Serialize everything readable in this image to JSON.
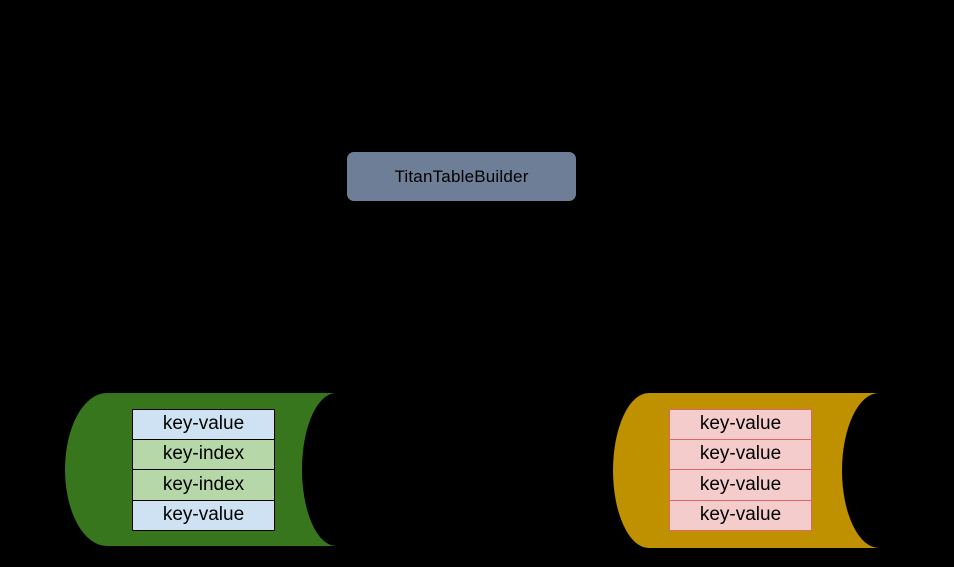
{
  "canvas": {
    "background": "#000000"
  },
  "builder_box": {
    "label": "TitanTableBuilder",
    "fill": "#6d7e96",
    "text_color": "#000000"
  },
  "left_cylinder": {
    "fill": "#38761d",
    "row_border_color": "#000000",
    "value_row_fill": "#cfe2f3",
    "index_row_fill": "#b6d7a8",
    "rows": [
      {
        "label": "key-value"
      },
      {
        "label": "key-index"
      },
      {
        "label": "key-index"
      },
      {
        "label": "key-value"
      }
    ]
  },
  "right_cylinder": {
    "fill": "#bf9000",
    "row_border_color": "#e06666",
    "row_fill": "#f4cccc",
    "rows": [
      {
        "label": "key-value"
      },
      {
        "label": "key-value"
      },
      {
        "label": "key-value"
      },
      {
        "label": "key-value"
      }
    ]
  }
}
